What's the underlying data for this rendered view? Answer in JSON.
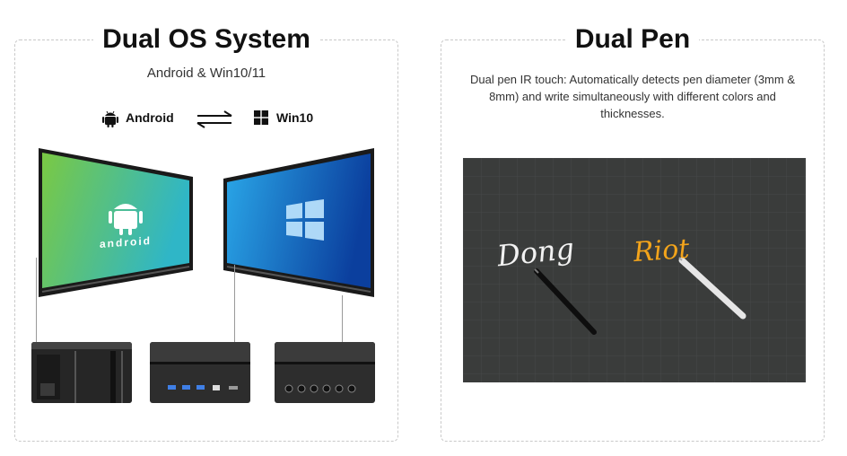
{
  "left_panel": {
    "title": "Dual OS System",
    "subtitle": "Android & Win10/11",
    "os_left_label": "Android",
    "os_right_label": "Win10",
    "android_logo_text": "android"
  },
  "right_panel": {
    "title": "Dual Pen",
    "description": "Dual pen IR touch: Automatically detects pen diameter (3mm & 8mm) and write simultaneously with different colors and thicknesses.",
    "handwriting_1": "Dong",
    "handwriting_2": "Riot"
  },
  "colors": {
    "android_gradient_start": "#7ac943",
    "android_gradient_end": "#2fb6c7",
    "windows_gradient_start": "#2aa7e8",
    "windows_gradient_end": "#0b3f9e",
    "board_bg": "#3a3c3b",
    "handwriting_white": "#f2f2f2",
    "handwriting_orange": "#f3a41b"
  }
}
